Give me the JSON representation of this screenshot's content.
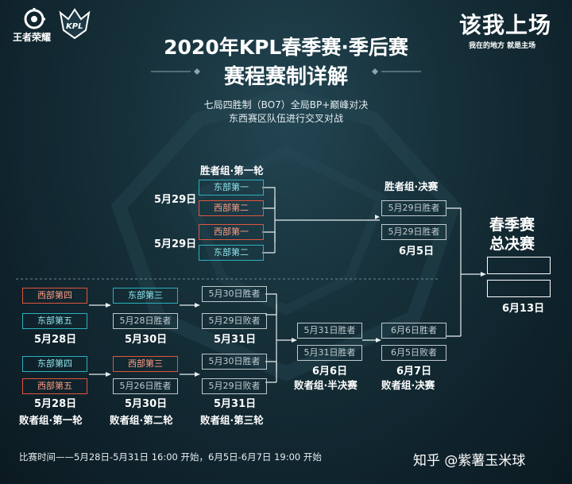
{
  "logos": {
    "honor_of_kings": "王者荣耀",
    "kpl": "KPL",
    "right_title": "该我上场",
    "right_slogan": "我在的地方 就是主场"
  },
  "header": {
    "title": "2020年KPL春季赛·季后赛",
    "subtitle": "赛程赛制详解",
    "rule_line1": "七局四胜制（BO7）全局BP+巅峰对决",
    "rule_line2": "东西赛区队伍进行交叉对战"
  },
  "winners": {
    "round1_label": "胜者组·第一轮",
    "date_a": "5月29日",
    "date_b": "5月29日",
    "match1": [
      "东部第一",
      "西部第二"
    ],
    "match2": [
      "西部第一",
      "东部第二"
    ],
    "final_label": "胜者组·决赛",
    "final_slots": [
      "5月29日胜者",
      "5月29日胜者"
    ],
    "final_date": "6月5日"
  },
  "grand_final": {
    "label_line1": "春季赛",
    "label_line2": "总决赛",
    "date": "6月13日"
  },
  "losers": {
    "r1_match1": [
      "西部第四",
      "东部第五"
    ],
    "r1_date1": "5月28日",
    "r1_match2": [
      "东部第四",
      "西部第五"
    ],
    "r1_date2": "5月28日",
    "r1_label": "败者组·第一轮",
    "r2_match1": [
      "东部第三",
      "5月28日胜者"
    ],
    "r2_date1": "5月30日",
    "r2_match2": [
      "西部第三",
      "5月26日胜者"
    ],
    "r2_date2": "5月30日",
    "r2_label": "败者组·第二轮",
    "r3_match1": [
      "5月30日胜者",
      "5月29日败者"
    ],
    "r3_date1": "5月31日",
    "r3_match2": [
      "5月30日胜者",
      "5月29日败者"
    ],
    "r3_date2": "5月31日",
    "r3_label": "败者组·第三轮",
    "semi_slots": [
      "5月31日胜者",
      "5月31日胜者"
    ],
    "semi_date": "6月6日",
    "semi_label": "败者组·半决赛",
    "final_slots": [
      "6月6日胜者",
      "6月5日败者"
    ],
    "final_date": "6月7日",
    "final_label": "败者组·决赛"
  },
  "footer": {
    "schedule": "比赛时间——5月28日-5月31日 16:00 开始，6月5日-6月7日 19:00 开始",
    "watermark": "知乎 @紫薯玉米球"
  },
  "colors": {
    "east": "#2bb1bd",
    "west": "#e0553f",
    "line": "#ffffff"
  }
}
